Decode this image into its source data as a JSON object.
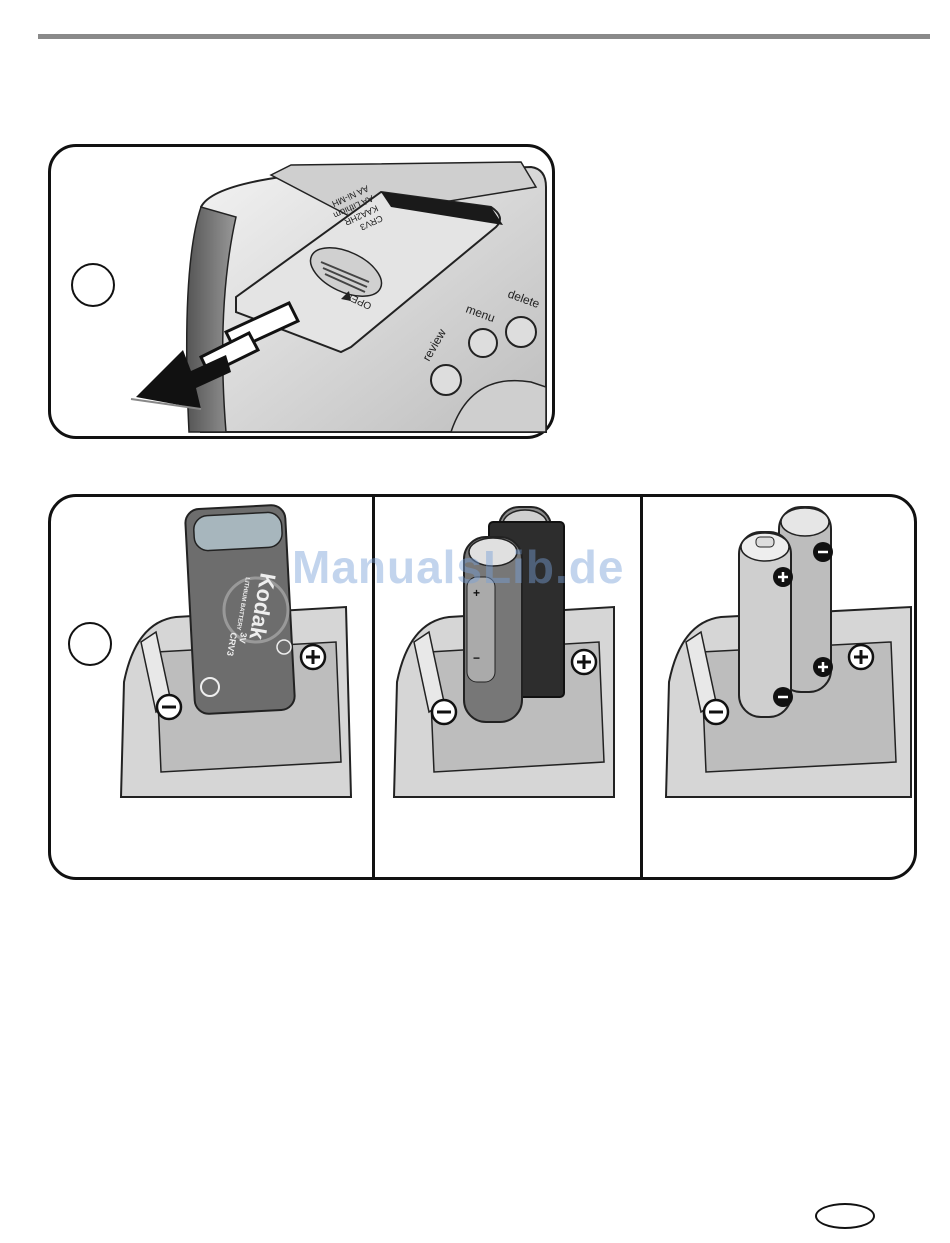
{
  "figure1": {
    "door_labels": [
      "CRV3",
      "KAA2HR",
      "AA Lithium",
      "AA Ni-MH"
    ],
    "open_label": "OPEN",
    "button_labels": [
      "delete",
      "menu",
      "review"
    ]
  },
  "figure2": {
    "battery_brand": "Kodak",
    "battery_type": "LITHIUM BATTERY",
    "battery_voltage": "3V",
    "battery_model": "CRV3",
    "plus_symbol": "+",
    "minus_symbol": "−"
  },
  "watermark": "ManualsLib.de"
}
